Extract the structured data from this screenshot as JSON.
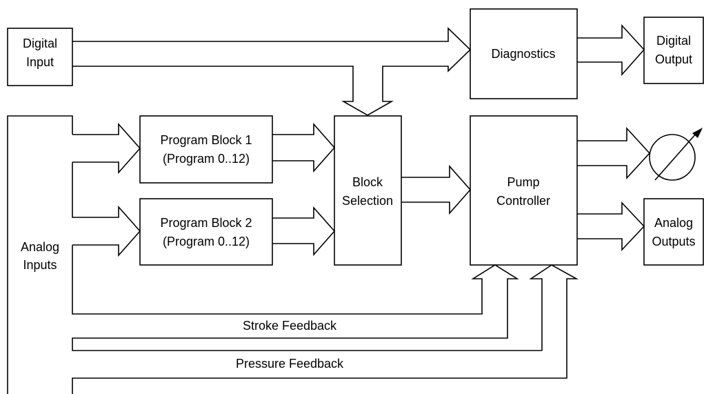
{
  "diagram": {
    "blocks": {
      "digital_input": [
        "Digital",
        "Input"
      ],
      "diagnostics": [
        "Diagnostics"
      ],
      "digital_output": [
        "Digital",
        "Output"
      ],
      "program_block_1": [
        "Program Block 1",
        "(Program 0..12)"
      ],
      "program_block_2": [
        "Program Block 2",
        "(Program 0..12)"
      ],
      "block_selection": [
        "Block",
        "Selection"
      ],
      "pump_controller": [
        "Pump",
        "Controller"
      ],
      "analog_outputs": [
        "Analog",
        "Outputs"
      ]
    },
    "labels": {
      "analog_inputs": [
        "Analog",
        "Inputs"
      ],
      "stroke_feedback": "Stroke Feedback",
      "pressure_feedback": "Pressure Feedback"
    }
  }
}
